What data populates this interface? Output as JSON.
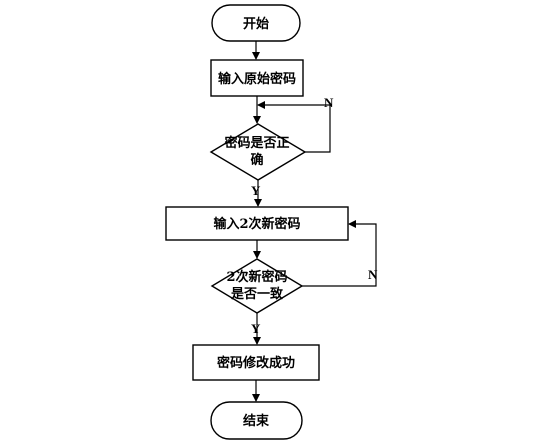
{
  "diagram": {
    "nodes": {
      "start": "开始",
      "input_original": "输入原始密码",
      "check_password_line1": "密码是否正",
      "check_password_line2": "确",
      "input_new_twice": "输入2次新密码",
      "check_match_line1": "2次新密码",
      "check_match_line2": "是否一致",
      "success": "密码修改成功",
      "end": "结束"
    },
    "edge_labels": {
      "password_no": "N",
      "password_yes": "Y",
      "match_no": "N",
      "match_yes": "Y"
    }
  }
}
